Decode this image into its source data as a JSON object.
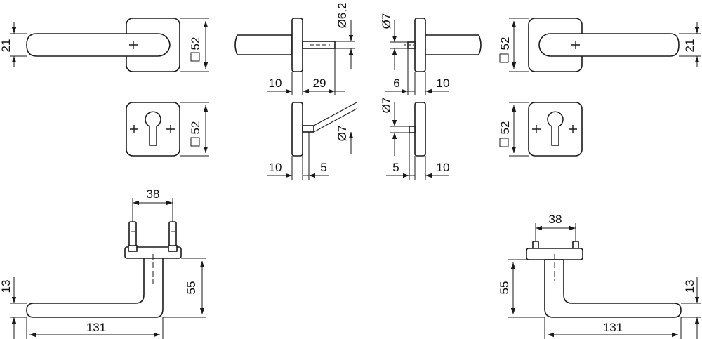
{
  "top_left_lever": {
    "height_dim": "21",
    "rose_dim": "52"
  },
  "top_left_cylinder_rose": {
    "rose_dim": "52"
  },
  "spindle_top_left": {
    "diameter": "Ø6,2",
    "rose_thickness": "10",
    "spindle_length": "29"
  },
  "spindle_bottom_left": {
    "diameter": "Ø7",
    "rose_thickness": "10",
    "offset": "5"
  },
  "spindle_top_right": {
    "diameter": "Ø7",
    "offset": "6",
    "rose_thickness": "10"
  },
  "spindle_bottom_right": {
    "diameter": "Ø7",
    "offset": "5",
    "rose_thickness": "10"
  },
  "top_right_lever": {
    "height_dim": "21",
    "rose_dim": "52"
  },
  "top_right_cylinder_rose": {
    "rose_dim": "52"
  },
  "side_left": {
    "pin_spacing": "38",
    "projection": "55",
    "grip_height": "13",
    "length": "131"
  },
  "side_right": {
    "pin_spacing": "38",
    "projection": "55",
    "grip_height": "13",
    "length": "131"
  }
}
